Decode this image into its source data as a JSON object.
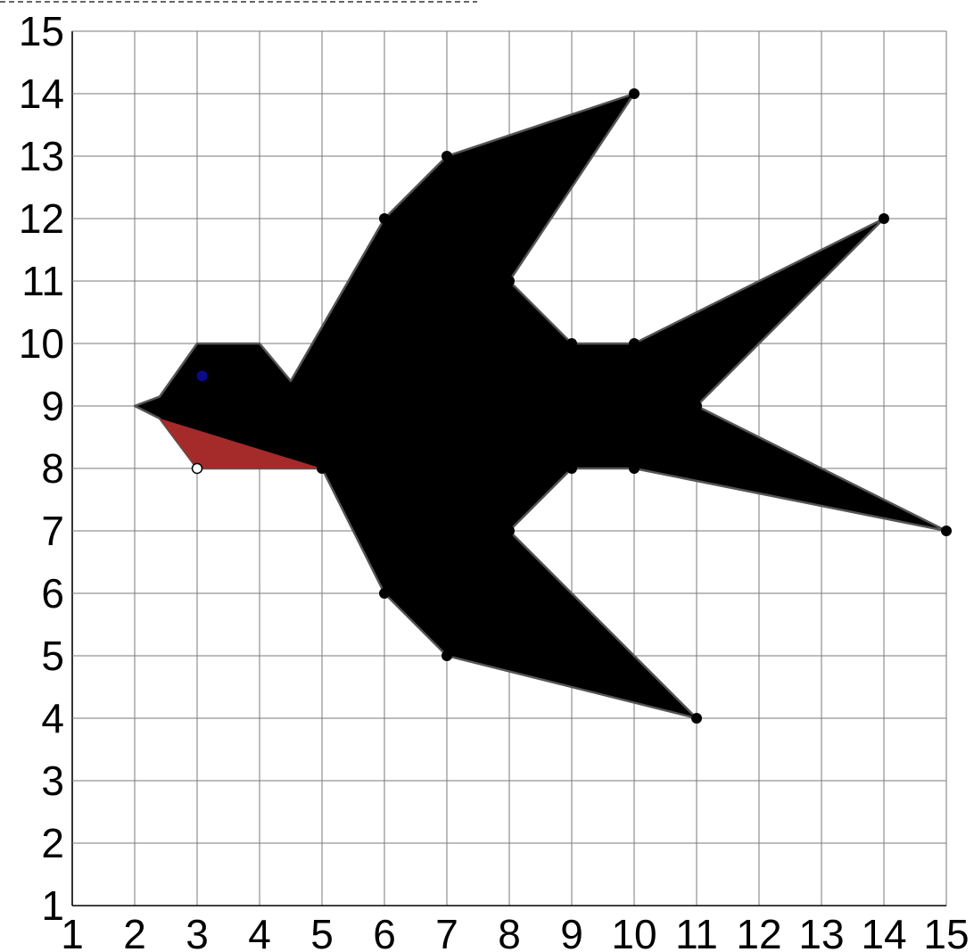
{
  "chart_data": {
    "type": "scatter",
    "title": "",
    "xlabel": "",
    "ylabel": "",
    "xlim": [
      1,
      15
    ],
    "ylim": [
      1,
      15
    ],
    "grid": true,
    "x_ticks": [
      "1",
      "2",
      "3",
      "4",
      "5",
      "6",
      "7",
      "8",
      "9",
      "10",
      "11",
      "12",
      "13",
      "14",
      "15"
    ],
    "y_ticks": [
      "1",
      "2",
      "3",
      "4",
      "5",
      "6",
      "7",
      "8",
      "9",
      "10",
      "11",
      "12",
      "13",
      "14",
      "15"
    ],
    "shapes": [
      {
        "name": "body",
        "fill": "#000000",
        "stroke": "#555555",
        "points": [
          [
            2,
            9
          ],
          [
            2.4,
            9.15
          ],
          [
            3,
            10
          ],
          [
            4,
            10
          ],
          [
            4.5,
            9.4
          ],
          [
            6,
            12
          ],
          [
            7,
            13
          ],
          [
            10,
            14
          ],
          [
            8,
            11
          ],
          [
            9,
            10
          ],
          [
            10,
            10
          ],
          [
            14,
            12
          ],
          [
            11,
            9
          ],
          [
            15,
            7
          ],
          [
            10,
            8
          ],
          [
            9,
            8
          ],
          [
            8,
            7
          ],
          [
            11,
            4
          ],
          [
            7,
            5
          ],
          [
            6,
            6
          ],
          [
            5,
            8
          ],
          [
            3,
            8
          ],
          [
            2.4,
            8.8
          ]
        ]
      },
      {
        "name": "throat",
        "fill": "#a52a2a",
        "stroke": "none",
        "points": [
          [
            2.4,
            8.8
          ],
          [
            5,
            8
          ],
          [
            3,
            8
          ]
        ]
      }
    ],
    "points": [
      {
        "x": 10,
        "y": 14,
        "style": "black"
      },
      {
        "x": 7,
        "y": 13,
        "style": "black"
      },
      {
        "x": 6,
        "y": 12,
        "style": "black"
      },
      {
        "x": 14,
        "y": 12,
        "style": "black"
      },
      {
        "x": 8,
        "y": 11,
        "style": "black"
      },
      {
        "x": 9,
        "y": 10,
        "style": "black"
      },
      {
        "x": 10,
        "y": 10,
        "style": "black"
      },
      {
        "x": 11,
        "y": 9,
        "style": "black"
      },
      {
        "x": 3,
        "y": 8,
        "style": "hollow"
      },
      {
        "x": 5,
        "y": 8,
        "style": "black"
      },
      {
        "x": 9,
        "y": 8,
        "style": "black"
      },
      {
        "x": 10,
        "y": 8,
        "style": "black"
      },
      {
        "x": 8,
        "y": 7,
        "style": "black"
      },
      {
        "x": 15,
        "y": 7,
        "style": "black"
      },
      {
        "x": 6,
        "y": 6,
        "style": "black"
      },
      {
        "x": 7,
        "y": 5,
        "style": "black"
      },
      {
        "x": 11,
        "y": 4,
        "style": "black"
      }
    ],
    "eye": {
      "x": 3.08,
      "y": 9.48,
      "color": "#0a0a8c"
    }
  }
}
